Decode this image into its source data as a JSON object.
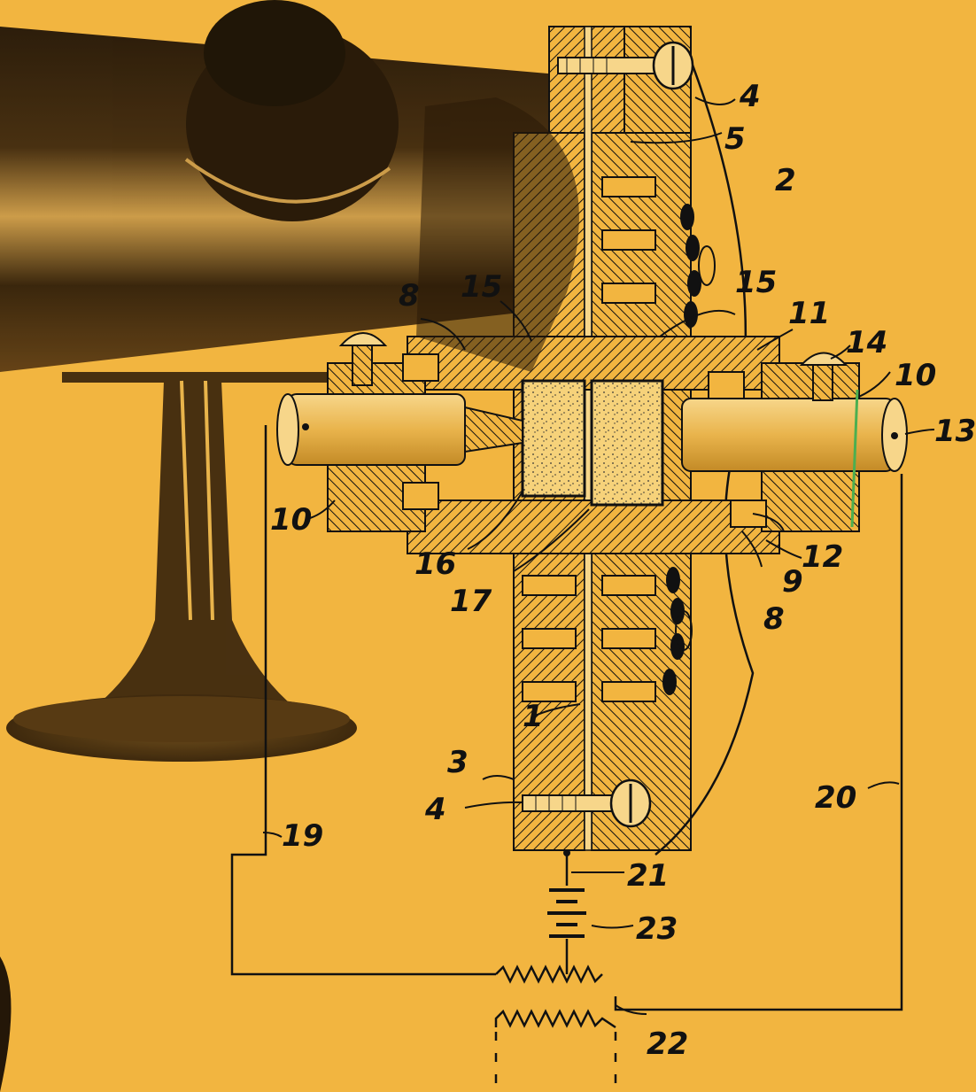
{
  "figure": {
    "background_color": "#f2b540",
    "ink_color": "#111111",
    "photo_shadow_color": "#2a1a08",
    "labels": {
      "l1": "1",
      "l2": "2",
      "l3": "3",
      "l4_top": "4",
      "l4_bottom": "4",
      "l5": "5",
      "l8_left": "8",
      "l8_right": "8",
      "l9": "9",
      "l10_left": "10",
      "l10_right": "10",
      "l11": "11",
      "l12": "12",
      "l13": "13",
      "l14": "14",
      "l15_left": "15",
      "l15_right": "15",
      "l16": "16",
      "l17": "17",
      "l19": "19",
      "l20": "20",
      "l21": "21",
      "l22": "22",
      "l23": "23"
    }
  }
}
